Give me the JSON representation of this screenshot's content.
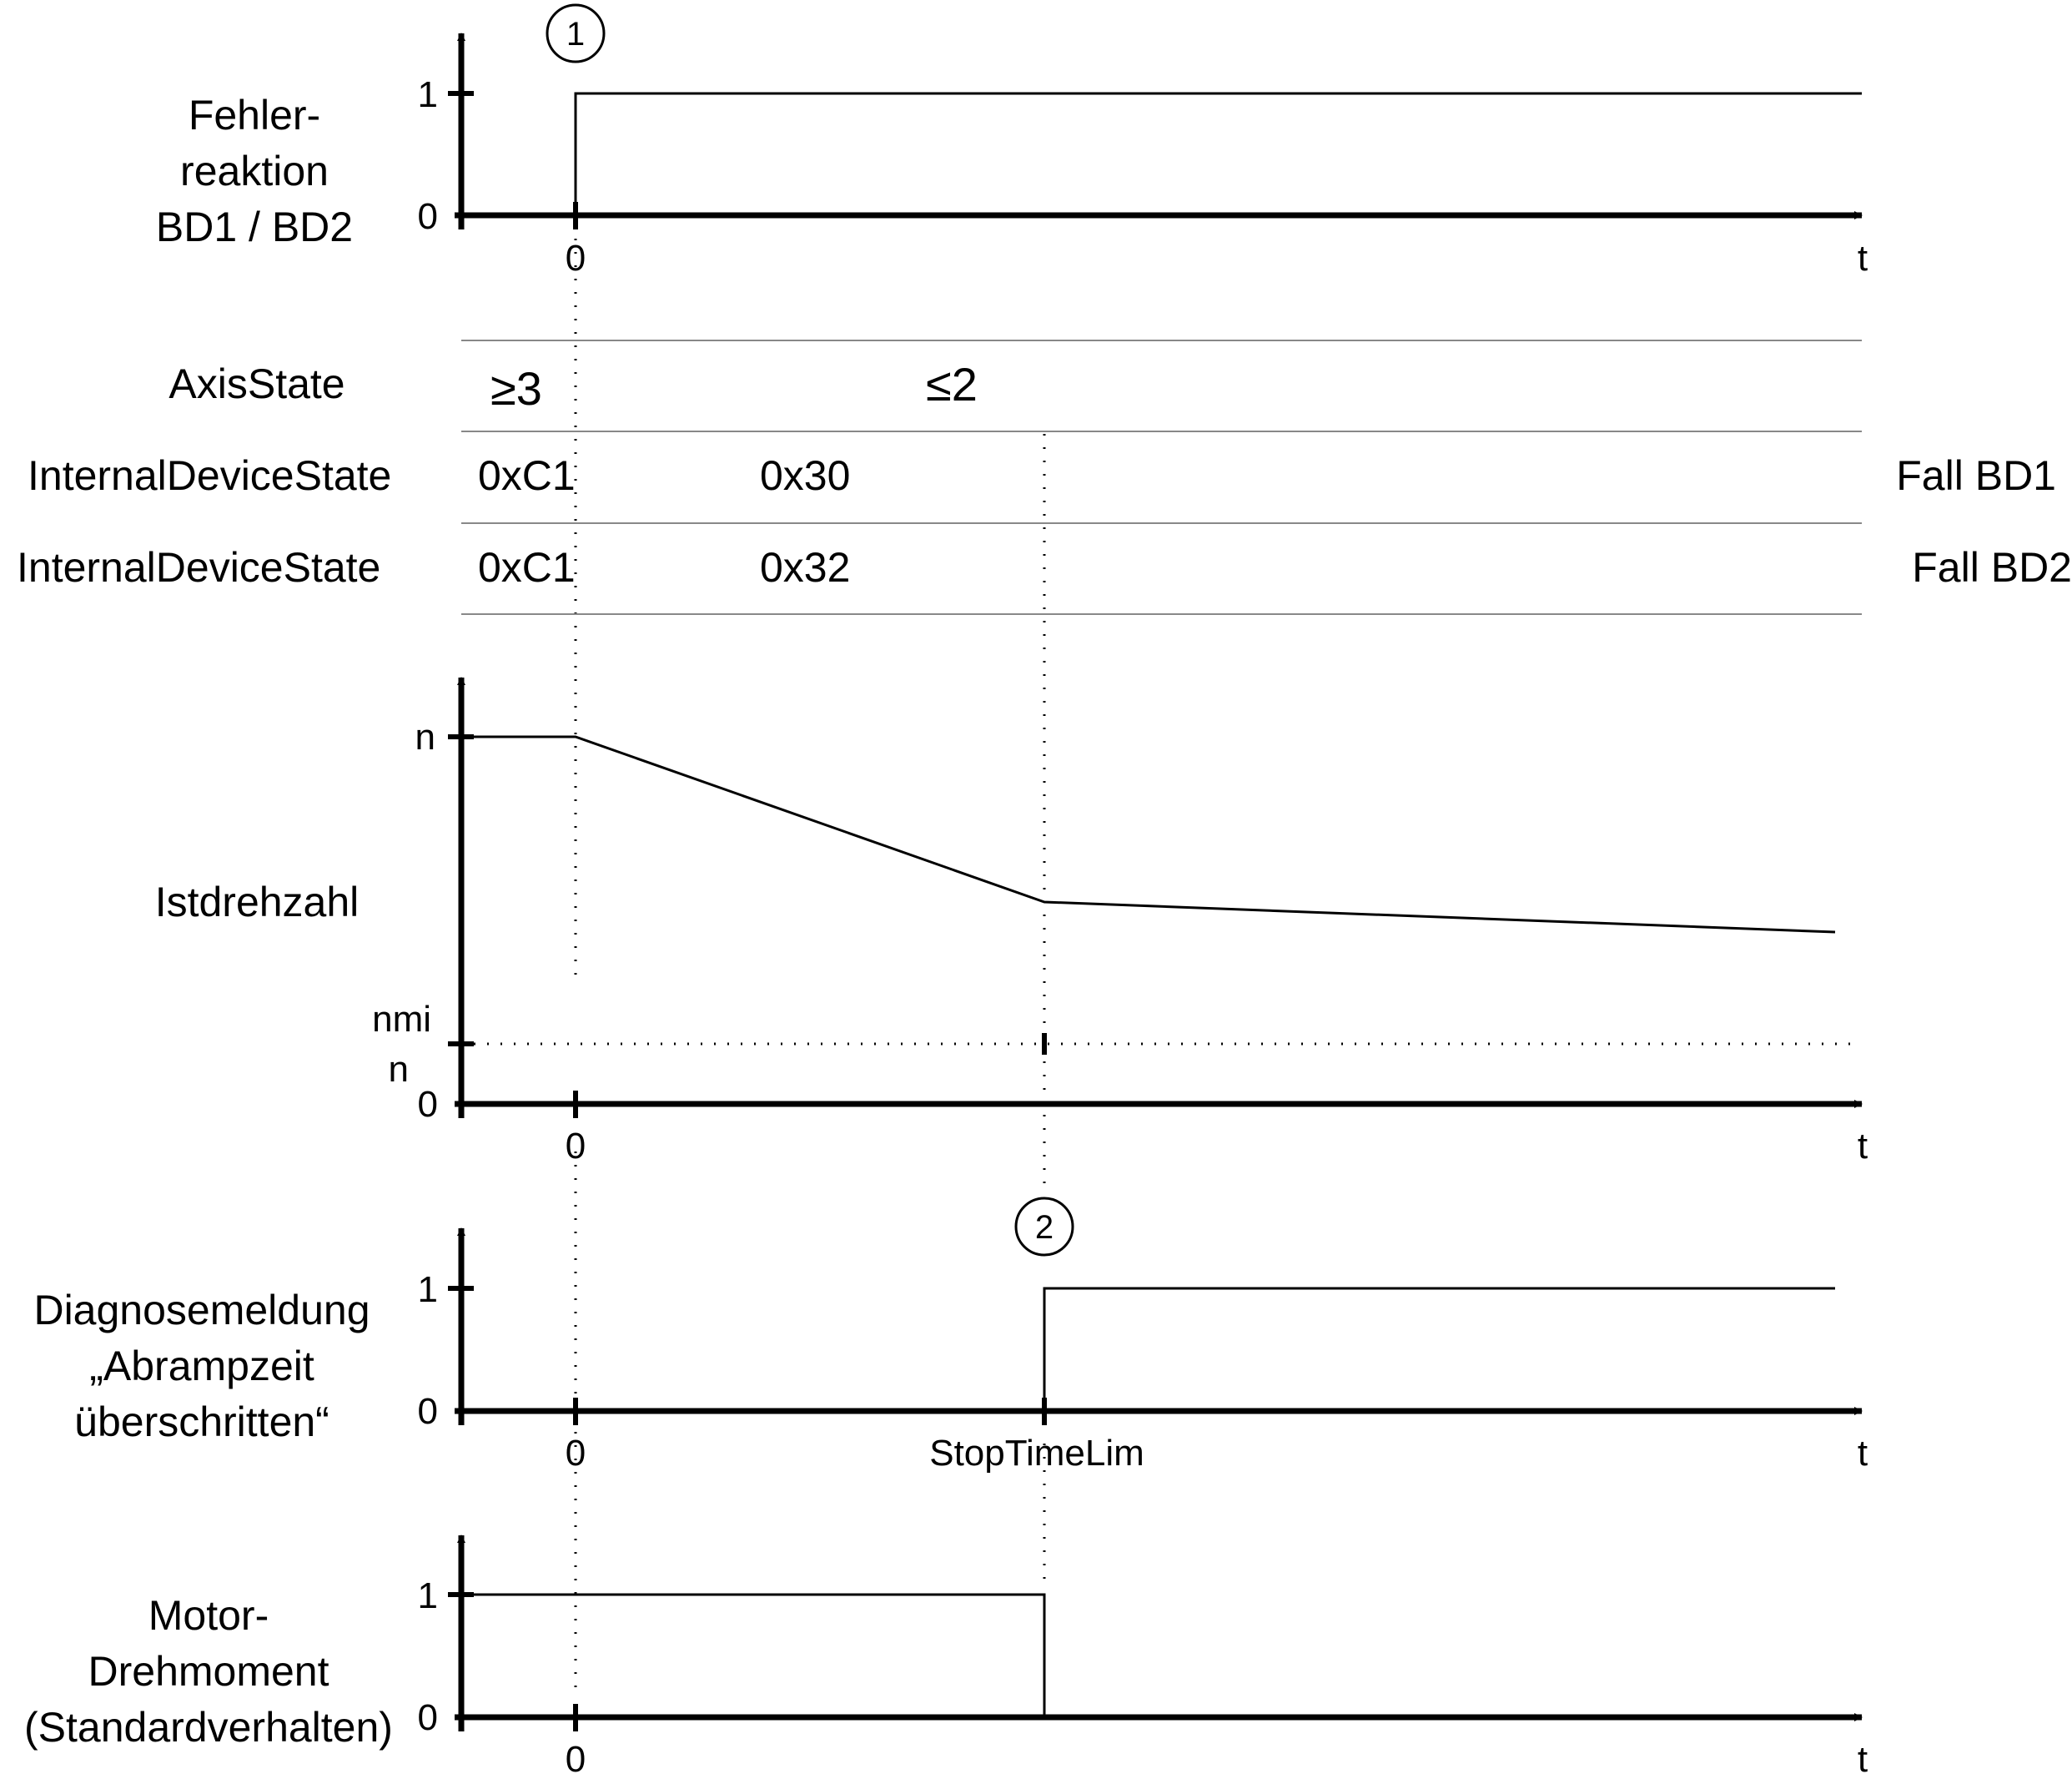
{
  "colors": {
    "line": "#000000",
    "divider": "#888888",
    "background": "#ffffff"
  },
  "signal1": {
    "label_lines": [
      "Fehler-",
      "reaktion",
      "BD1 / BD2"
    ],
    "y_high": "1",
    "y_low": "0",
    "x_zero": "0",
    "x_axis": "t",
    "marker": "1"
  },
  "states": {
    "axis_label": "AxisState",
    "axis_before": "≥3",
    "axis_after": "≤2",
    "bd1_label": "InternalDeviceState",
    "bd1_before": "0xC1",
    "bd1_after": "0x30",
    "bd1_case": "Fall BD1",
    "bd2_label": "InternalDeviceState",
    "bd2_before": "0xC1",
    "bd2_after": "0x32",
    "bd2_case": "Fall BD2"
  },
  "speed": {
    "label": "Istdrehzahl",
    "y_top": "n",
    "nmin_line1": "nmi",
    "nmin_line2": "n",
    "y_zero": "0",
    "x_zero": "0",
    "x_axis": "t"
  },
  "diag": {
    "label_lines": [
      "Diagnosemeldung",
      "„Abrampzeit",
      "überschritten“"
    ],
    "y_high": "1",
    "y_low": "0",
    "x_zero": "0",
    "x_stop": "StopTimeLim",
    "x_axis": "t",
    "marker": "2"
  },
  "torque": {
    "label_lines": [
      "Motor-",
      "Drehmoment",
      "(Standardverhalten)"
    ],
    "y_high": "1",
    "y_low": "0",
    "x_zero": "0",
    "x_axis": "t"
  }
}
